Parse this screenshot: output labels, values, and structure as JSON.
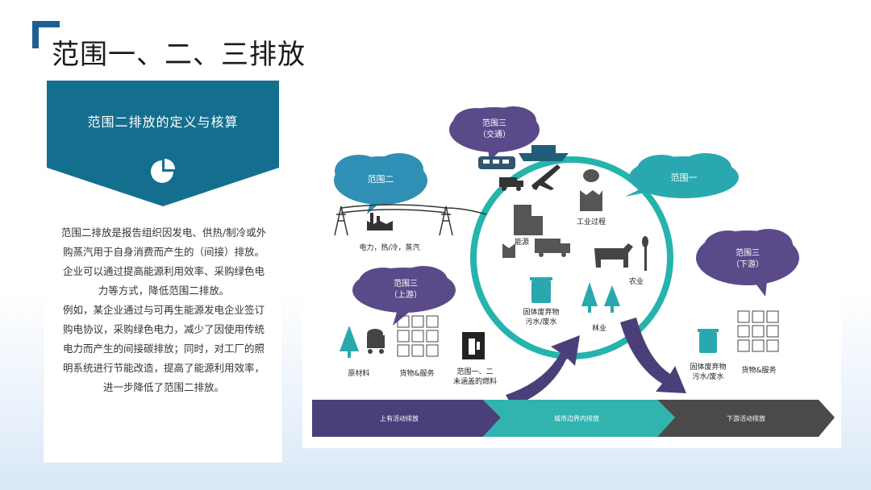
{
  "page": {
    "title": "范围一、二、三排放"
  },
  "left_panel": {
    "banner_label": "范围二排放的定义与核算",
    "paragraphs": [
      "范围二排放是报告组织因发电、供热/制冷或外购蒸汽用于自身消费而产生的（间接）排放。企业可以通过提高能源利用效率、采购绿色电力等方式，降低范围二排放。",
      "例如，某企业通过与可再生能源发电企业签订购电协议，采购绿色电力，减少了因使用传统电力而产生的间接碳排放；同时，对工厂的照明系统进行节能改造，提高了能源利用效率，进一步降低了范围二排放。"
    ],
    "colors": {
      "banner": "#146f8e"
    },
    "icons": [
      "pie-chart-icon"
    ]
  },
  "diagram": {
    "clouds": {
      "scope2": "范围二",
      "scope3_transport_line1": "范围三",
      "scope3_transport_line2": "（交通）",
      "scope1": "范围一",
      "scope3_upstream_line1": "范围三",
      "scope3_upstream_line2": "（上游）",
      "scope3_downstream_line1": "范围三",
      "scope3_downstream_line2": "（下游）"
    },
    "labels": {
      "power_heat_steam": "电力，热/冷，蒸汽",
      "industrial_process": "工业过程",
      "energy": "能源",
      "agriculture": "农业",
      "solid_waste_line1": "固体废弃物",
      "solid_waste_line2": "污水/废水",
      "forestry": "林业",
      "raw_materials": "原材料",
      "goods_services": "货物&服务",
      "fuel_line1": "范围一、二",
      "fuel_line2": "未涵盖的燃料",
      "downstream_waste_line1": "固体废弃物",
      "downstream_waste_line2": "污水/废水",
      "downstream_goods": "货物&服务"
    },
    "bottom_bar": {
      "upstream": "上有活动排放",
      "own": "城市边界内排放",
      "downstream": "下游活动排放"
    },
    "colors": {
      "blue_cloud": "#2f8fb4",
      "purple_cloud": "#5a4a8a",
      "teal_cloud": "#2aa8b0",
      "circle": "#25b3ad",
      "bar_purple": "#4b3f7a",
      "bar_teal": "#31b3b0",
      "bar_gray": "#4a4a4a"
    },
    "icons": [
      "power-tower-icon",
      "factory-icon",
      "train-icon",
      "ship-icon",
      "truck-icon",
      "airplane-icon",
      "building-icon",
      "cow-icon",
      "wheat-icon",
      "recycle-bin-icon",
      "tree-icon",
      "minecart-icon",
      "fuel-pump-icon",
      "goods-grid-icon"
    ]
  }
}
